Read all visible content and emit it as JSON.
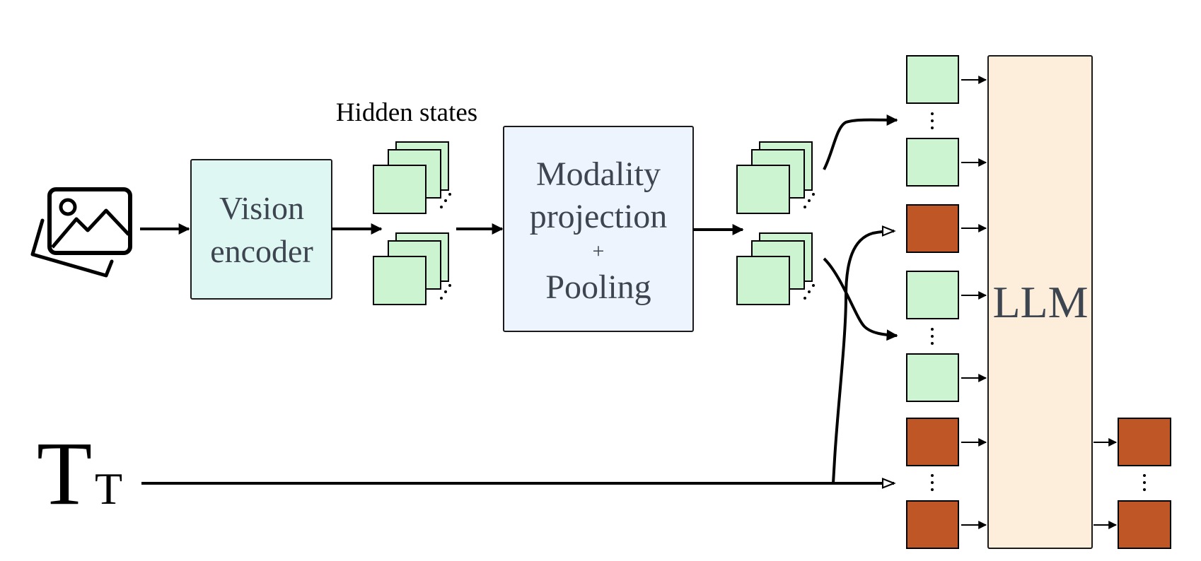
{
  "labels": {
    "hidden_states": "Hidden states",
    "vision_encoder_line1": "Vision",
    "vision_encoder_line2": "encoder",
    "projection_line1": "Modality",
    "projection_line2": "projection",
    "projection_plus": "+",
    "projection_line3": "Pooling",
    "llm": "LLM",
    "text_big_t": "T",
    "text_small_t": "T"
  },
  "colors": {
    "vision_encoder_fill": "#dff7f2",
    "projection_fill": "#eef4fe",
    "llm_fill": "#fdeedb",
    "visual_token_fill": "#cdf4d0",
    "text_token_fill": "#bf5625",
    "label_text": "#3d4550",
    "line": "#000000"
  },
  "icons": {
    "image_input": "image-stack-icon",
    "text_input": "text-icon"
  }
}
